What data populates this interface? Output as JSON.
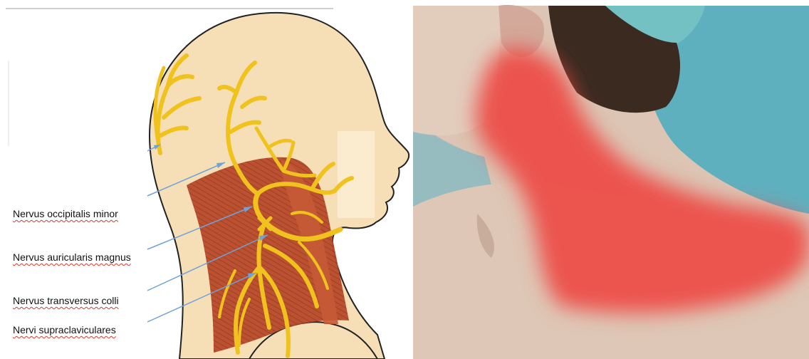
{
  "labels": {
    "occipitalis_minor": "Nervus occipitalis minor",
    "auricularis_magnus": "Nervus auricularis magnus",
    "transversus_colli": "Nervus transversus colli",
    "supraclaviculares": "Nervi supraclaviculares"
  },
  "colors": {
    "skin_illustration": "#f6dfb6",
    "outline": "#222222",
    "nerve": "#f0c21e",
    "nerve_edge": "#d6a400",
    "muscle": "#b84a2a",
    "pointer_line": "#6fa3d8",
    "pain_area": "#ee4a44",
    "photo_skin": "#dcc5b4",
    "drape": "#5fb0bf",
    "hair": "#3b2a20",
    "cap": "#74c1c3"
  },
  "marker": "point-of-block-marker"
}
